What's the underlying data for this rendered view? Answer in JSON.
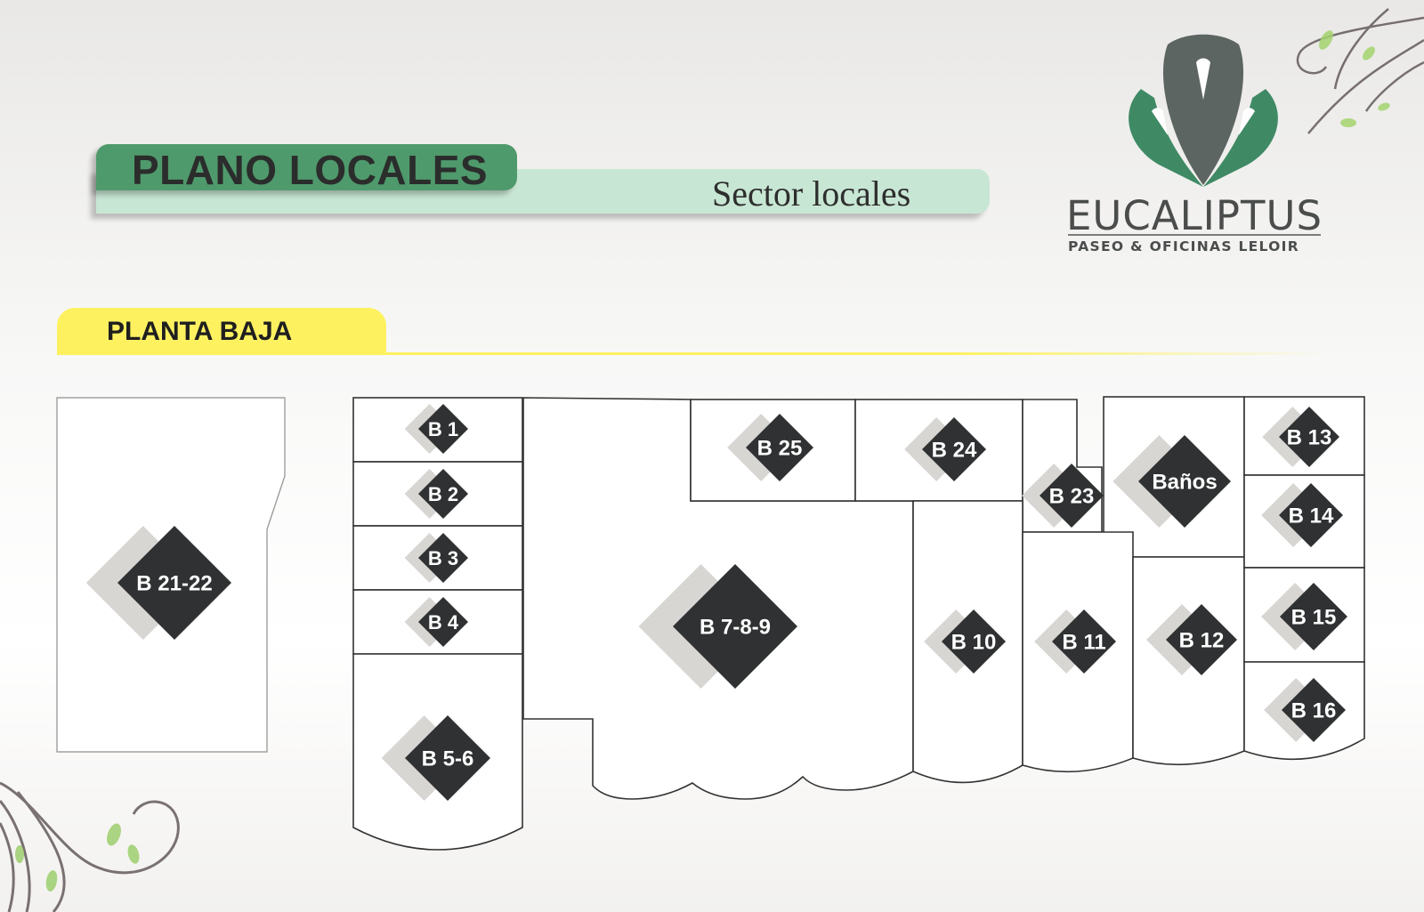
{
  "header": {
    "title": "PLANO LOCALES",
    "subtitle": "Sector locales"
  },
  "brand": {
    "name": "EUCALIPTUS",
    "tagline": "PASEO & OFICINAS LELOIR"
  },
  "floor": {
    "label": "PLANTA BAJA"
  },
  "units": [
    "B 21-22",
    "B 1",
    "B 2",
    "B 3",
    "B 4",
    "B 5-6",
    "B 7-8-9",
    "B 25",
    "B 24",
    "B 23",
    "Baños",
    "B 10",
    "B 11",
    "B 12",
    "B 13",
    "B 14",
    "B 15",
    "B 16"
  ],
  "colors": {
    "header_dark": "#4f9a6c",
    "header_light": "#c8e6d4",
    "floor_tab": "#fdf160",
    "marker": "#2f3132",
    "marker_shadow": "#d8d6d3",
    "logo_dark": "#3f8a65",
    "logo_grey": "#5d6562"
  },
  "icons": [
    "eucalyptus-logo-icon",
    "vine-decoration-icon"
  ]
}
